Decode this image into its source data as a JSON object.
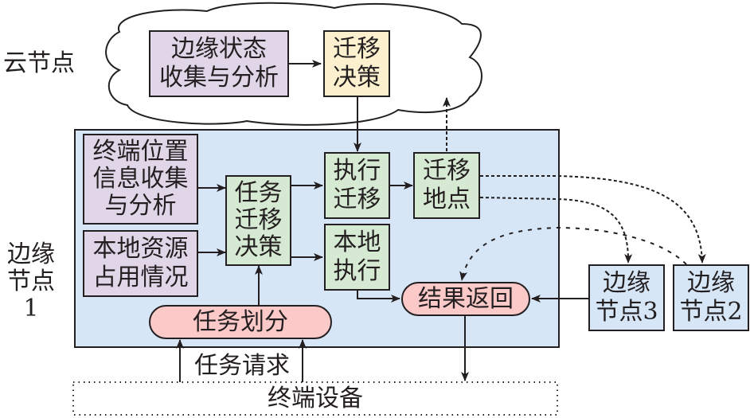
{
  "labels": {
    "cloud_node": "云节点",
    "edge_node_1": "边缘\n节点1",
    "task_request": "任务请求"
  },
  "cloud": {
    "edge_state": "边缘状态\n收集与分析",
    "migration_decision": "迁移\n决策"
  },
  "edge1": {
    "terminal_location": "终端位置\n信息收集\n与分析",
    "local_resource": "本地资源\n占用情况",
    "task_migration_decision": "任务\n迁移\n决策",
    "execute_migration": "执行\n迁移",
    "migration_site": "迁移\n地点",
    "local_execution": "本地\n执行",
    "result_return": "结果返回",
    "task_partition": "任务划分"
  },
  "edge_nodes": [
    {
      "label": "边缘\n节点3"
    },
    {
      "label": "边缘\n节点2"
    }
  ],
  "terminal_device": "终端设备",
  "colors": {
    "purple_fill": "#e0d6e8",
    "yellow_fill": "#fdf0cf",
    "green_fill": "#d6e9d2",
    "blue_fill": "#d6e6f7",
    "pink_fill": "#fcc9c9",
    "stroke": "#231f20"
  }
}
